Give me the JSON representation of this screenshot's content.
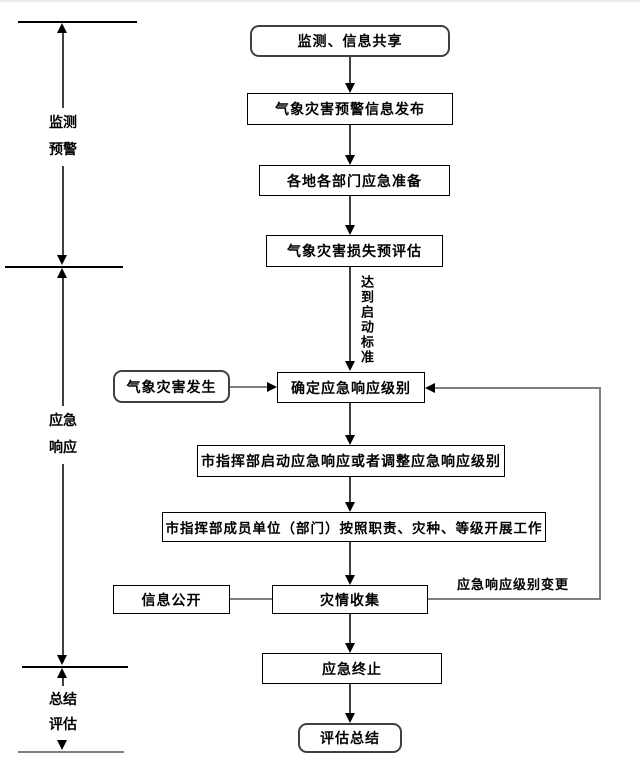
{
  "phases": [
    {
      "line1": "监测",
      "line2": "预警"
    },
    {
      "line1": "应急",
      "line2": "响应"
    },
    {
      "line1": "总结",
      "line2": "评估"
    }
  ],
  "nodes": {
    "monitor_share": "监测、信息共享",
    "warning_release": "气象灾害预警信息发布",
    "dept_prepare": "各地各部门应急准备",
    "loss_preassess": "气象灾害损失预评估",
    "disaster_occur": "气象灾害发生",
    "determine_level": "确定应急响应级别",
    "launch_adjust": "市指挥部启动应急响应或者调整应急响应级别",
    "members_work": "市指挥部成员单位（部门）按照职责、灾种、等级开展工作",
    "info_public": "信息公开",
    "collect_disaster": "灾情收集",
    "emergency_end": "应急终止",
    "assess_summary": "评估总结"
  },
  "edge_labels": {
    "reach_standard": "达到启动标准",
    "level_change": "应急响应级别变更"
  },
  "colors": {
    "line": "#000000",
    "gray_line": "#7f7f7f",
    "background": "#ffffff"
  }
}
